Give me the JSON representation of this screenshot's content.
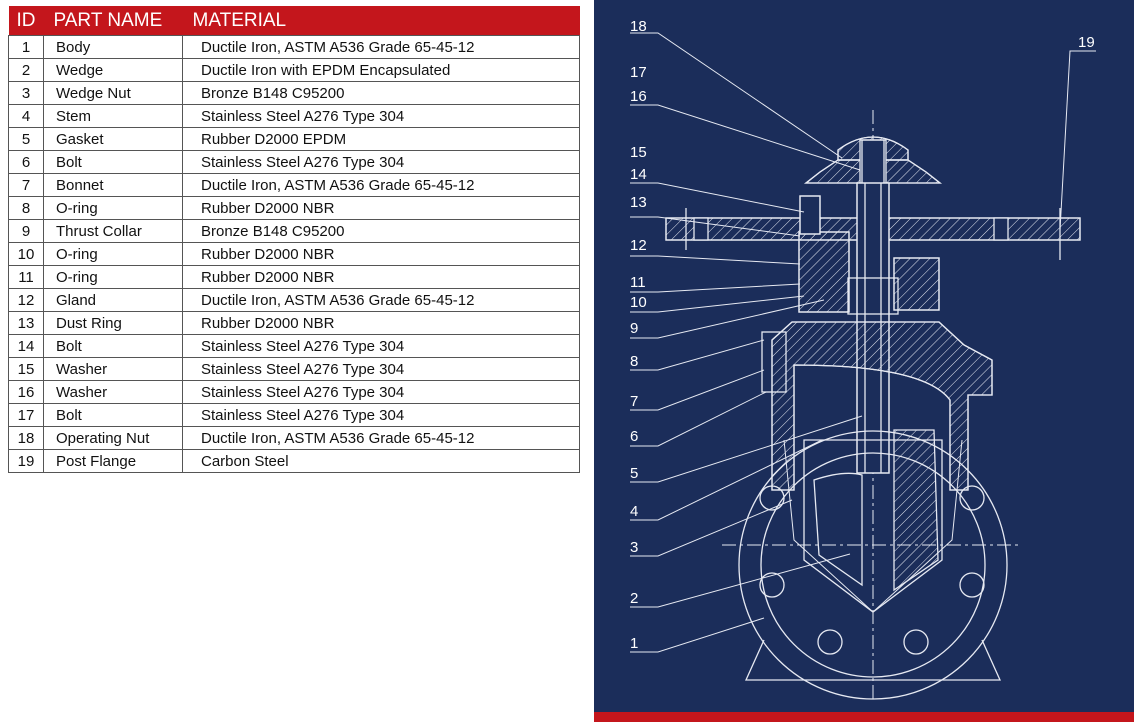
{
  "table": {
    "headers": {
      "id": "ID",
      "part_name": "PART NAME",
      "material": "MATERIAL"
    },
    "rows": [
      {
        "id": "1",
        "name": "Body",
        "material": "Ductile Iron, ASTM A536 Grade 65-45-12"
      },
      {
        "id": "2",
        "name": "Wedge",
        "material": "Ductile Iron with EPDM Encapsulated"
      },
      {
        "id": "3",
        "name": "Wedge Nut",
        "material": "Bronze B148 C95200"
      },
      {
        "id": "4",
        "name": "Stem",
        "material": "Stainless Steel A276 Type 304"
      },
      {
        "id": "5",
        "name": "Gasket",
        "material": "Rubber D2000 EPDM"
      },
      {
        "id": "6",
        "name": "Bolt",
        "material": "Stainless Steel A276 Type 304"
      },
      {
        "id": "7",
        "name": "Bonnet",
        "material": "Ductile Iron, ASTM A536 Grade 65-45-12"
      },
      {
        "id": "8",
        "name": "O-ring",
        "material": "Rubber D2000 NBR"
      },
      {
        "id": "9",
        "name": "Thrust Collar",
        "material": "Bronze B148 C95200"
      },
      {
        "id": "10",
        "name": "O-ring",
        "material": "Rubber D2000 NBR"
      },
      {
        "id": "11",
        "name": "O-ring",
        "material": "Rubber D2000 NBR"
      },
      {
        "id": "12",
        "name": "Gland",
        "material": "Ductile Iron, ASTM A536 Grade 65-45-12"
      },
      {
        "id": "13",
        "name": "Dust Ring",
        "material": "Rubber D2000 NBR"
      },
      {
        "id": "14",
        "name": "Bolt",
        "material": "Stainless Steel A276 Type 304"
      },
      {
        "id": "15",
        "name": "Washer",
        "material": "Stainless Steel A276 Type 304"
      },
      {
        "id": "16",
        "name": "Washer",
        "material": "Stainless Steel A276 Type 304"
      },
      {
        "id": "17",
        "name": "Bolt",
        "material": "Stainless Steel A276 Type 304"
      },
      {
        "id": "18",
        "name": "Operating Nut",
        "material": "Ductile Iron, ASTM A536 Grade 65-45-12"
      },
      {
        "id": "19",
        "name": "Post Flange",
        "material": "Carbon Steel"
      }
    ]
  },
  "drawing": {
    "callouts": [
      "18",
      "17",
      "16",
      "15",
      "14",
      "13",
      "12",
      "11",
      "10",
      "9",
      "8",
      "7",
      "6",
      "5",
      "4",
      "3",
      "2",
      "1",
      "19"
    ]
  },
  "colors": {
    "header_red": "#c4161c",
    "panel_navy": "#1b2d5a",
    "line": "#e6e9f2"
  }
}
